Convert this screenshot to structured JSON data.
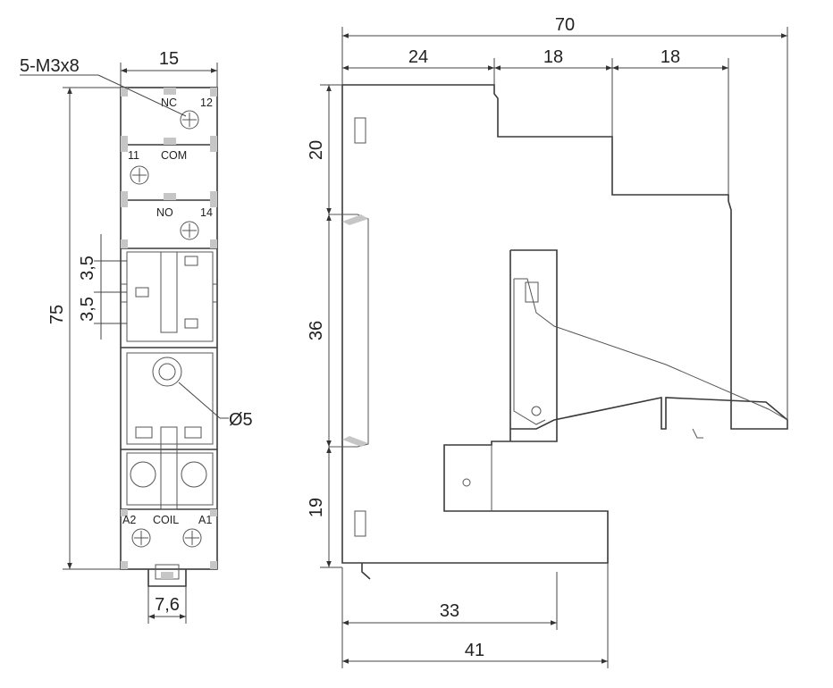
{
  "front_view": {
    "screw_spec": "5-M3x8",
    "width": "15",
    "height": "75",
    "pitch_a": "3,5",
    "pitch_b": "3,5",
    "hole_diameter": "Ø5",
    "foot_width": "7,6",
    "terminal_nc": "NC",
    "terminal_12": "12",
    "terminal_11": "11",
    "terminal_com": "COM",
    "terminal_no": "NO",
    "terminal_14": "14",
    "terminal_a2": "A2",
    "terminal_coil": "COIL",
    "terminal_a1": "A1"
  },
  "side_view": {
    "total_width": "70",
    "step1": "24",
    "step2": "18",
    "step3": "18",
    "upper_height": "20",
    "middle_height": "36",
    "lower_height": "19",
    "base_width_a": "33",
    "base_width_b": "41"
  }
}
